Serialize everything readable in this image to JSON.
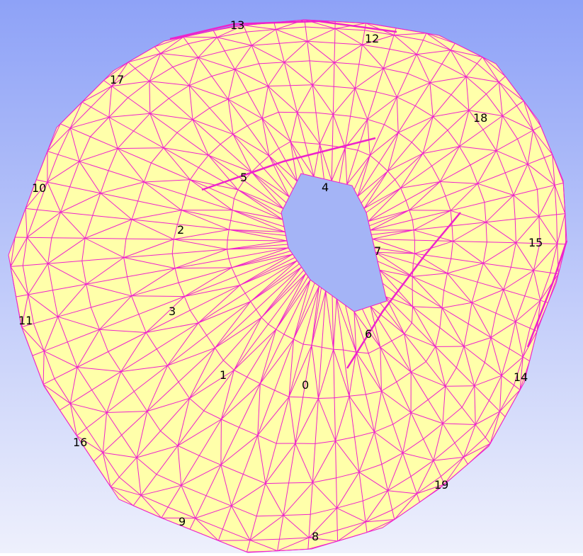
{
  "colors": {
    "background_top": "#8ea2f7",
    "background_bottom": "#eef0fc",
    "surface_fill": "#ffffaa",
    "mesh_edge": "#ee22cc",
    "hole": "#a4b4f6",
    "label_text": "#000000"
  },
  "labels": [
    {
      "id": "13",
      "text": "13"
    },
    {
      "id": "12",
      "text": "12"
    },
    {
      "id": "17",
      "text": "17"
    },
    {
      "id": "18",
      "text": "18"
    },
    {
      "id": "10",
      "text": "10"
    },
    {
      "id": "5",
      "text": "5"
    },
    {
      "id": "4",
      "text": "4"
    },
    {
      "id": "2",
      "text": "2"
    },
    {
      "id": "15",
      "text": "15"
    },
    {
      "id": "7",
      "text": "7"
    },
    {
      "id": "3",
      "text": "3"
    },
    {
      "id": "11",
      "text": "11"
    },
    {
      "id": "6",
      "text": "6"
    },
    {
      "id": "14",
      "text": "14"
    },
    {
      "id": "1",
      "text": "1"
    },
    {
      "id": "0",
      "text": "0"
    },
    {
      "id": "16",
      "text": "16"
    },
    {
      "id": "19",
      "text": "19"
    },
    {
      "id": "9",
      "text": "9"
    },
    {
      "id": "8",
      "text": "8"
    }
  ]
}
